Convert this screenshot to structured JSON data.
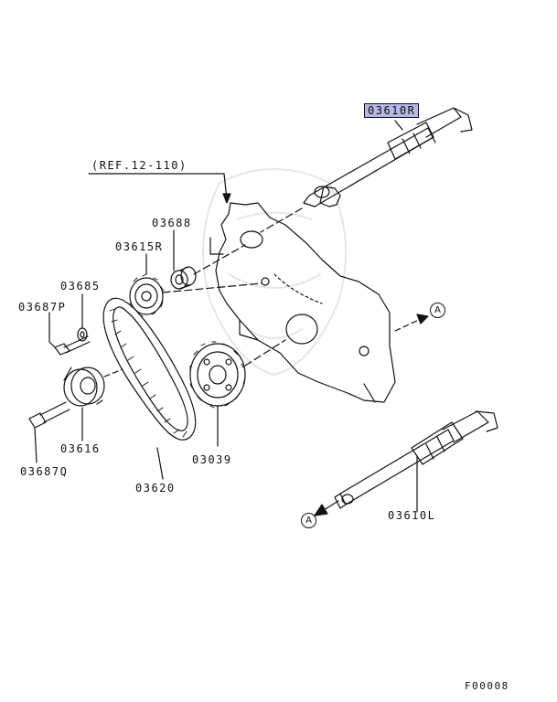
{
  "labels": {
    "p03610R": "03610R",
    "ref": "(REF.12-110)",
    "p03688": "03688",
    "p03615R": "03615R",
    "p03685": "03685",
    "p03687P": "03687P",
    "p03616": "03616",
    "p03687Q": "03687Q",
    "p03620": "03620",
    "p03039": "03039",
    "p03610L": "03610L",
    "figure_code": "F00008"
  },
  "refs": {
    "a": "A"
  },
  "colors": {
    "highlight": "#b9b6e6",
    "line": "#111111"
  }
}
